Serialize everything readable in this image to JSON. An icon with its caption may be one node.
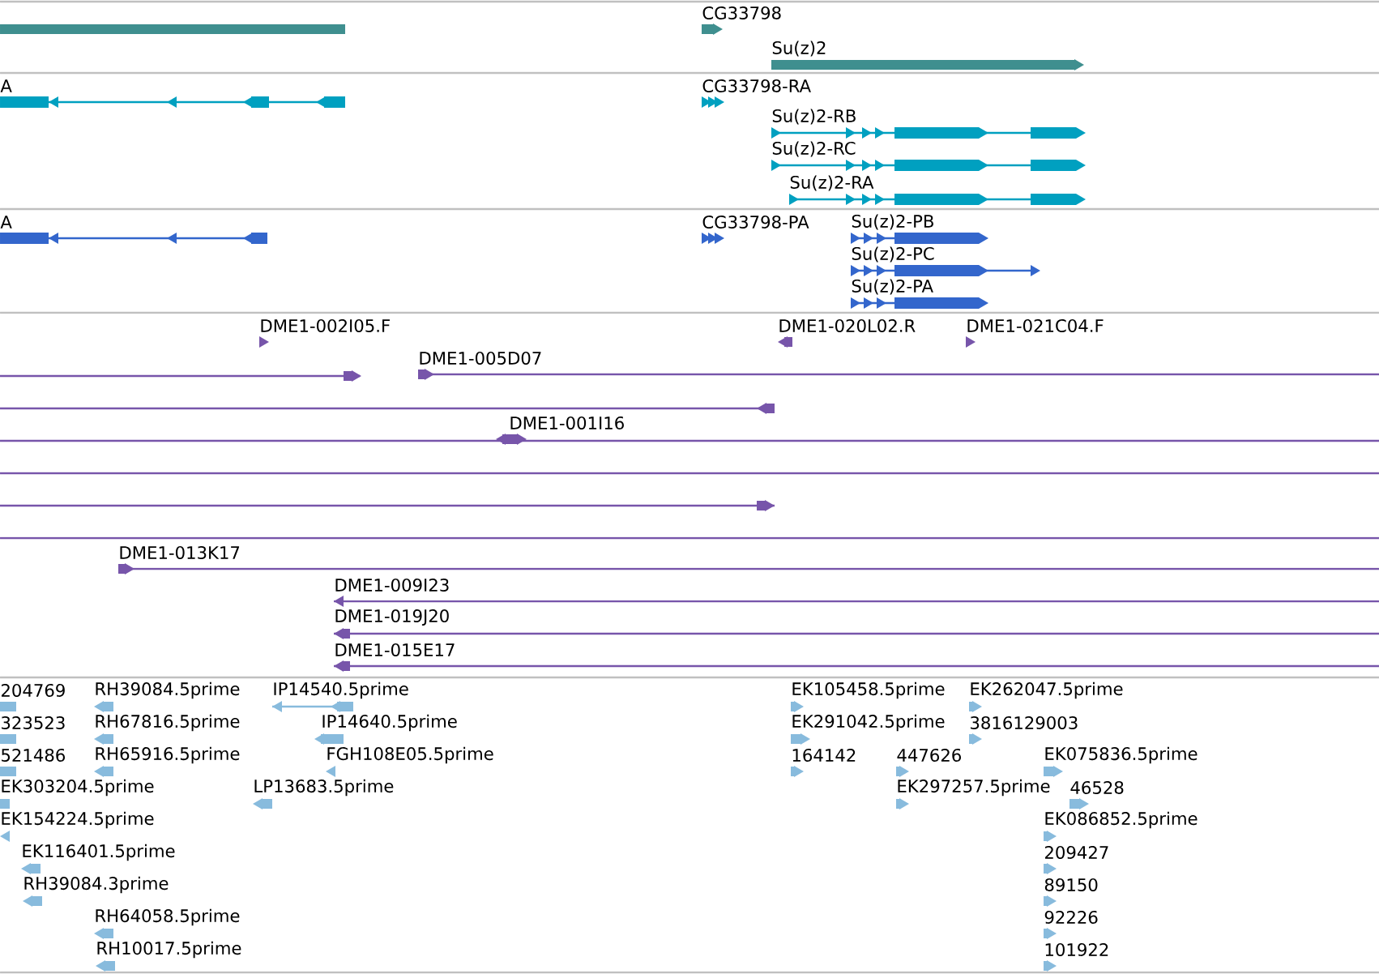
{
  "diagram": {
    "labels": [
      "CG33798",
      "Su(z)2",
      "A",
      "CG33798-RA",
      "Su(z)2-RB",
      "Su(z)2-RC",
      "Su(z)2-RA",
      "A",
      "CG33798-PA",
      "Su(z)2-PB",
      "Su(z)2-PC",
      "Su(z)2-PA",
      "DME1-002I05.F",
      "DME1-020L02.R",
      "DME1-021C04.F",
      "DME1-005D07",
      "DME1-001I16",
      "DME1-013K17",
      "DME1-009I23",
      "DME1-019J20",
      "DME1-015E17",
      "204769",
      "RH39084.5prime",
      "IP14540.5prime",
      "EK105458.5prime",
      "EK262047.5prime",
      "323523",
      "RH67816.5prime",
      "IP14640.5prime",
      "EK291042.5prime",
      "3816129003",
      "521486",
      "RH65916.5prime",
      "FGH108E05.5prime",
      "164142",
      "447626",
      "EK075836.5prime",
      "EK303204.5prime",
      "LP13683.5prime",
      "EK297257.5prime",
      "46528",
      "EK154224.5prime",
      "EK086852.5prime",
      "EK116401.5prime",
      "209427",
      "RH39084.3prime",
      "89150",
      "RH64058.5prime",
      "92226",
      "RH10017.5prime",
      "101922"
    ]
  }
}
